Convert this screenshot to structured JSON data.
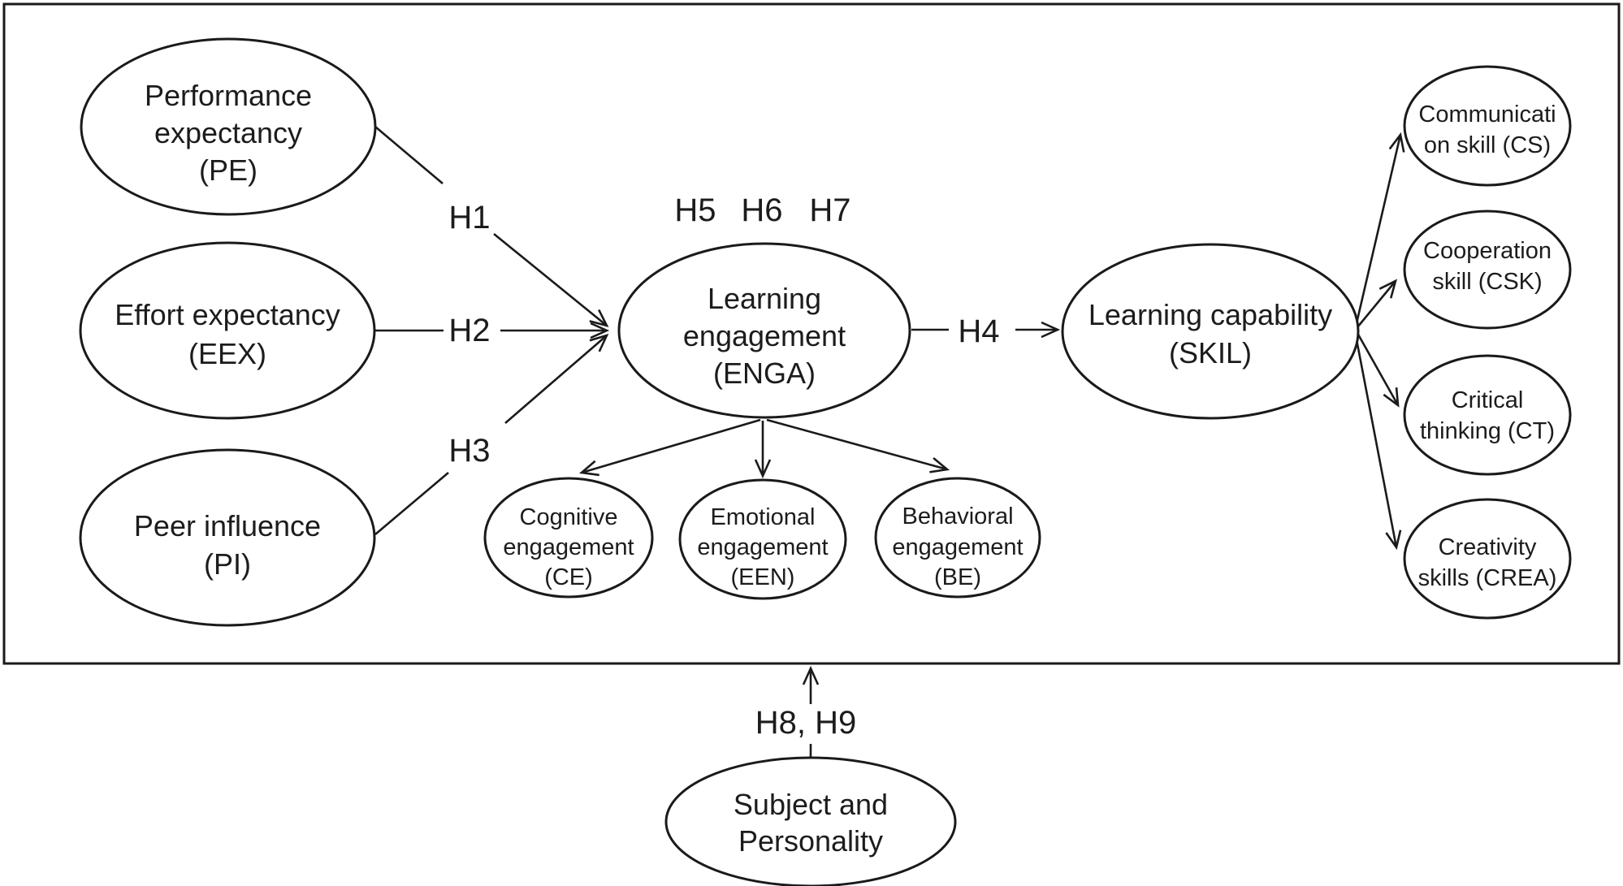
{
  "colors": {
    "background": "#ffffff",
    "ink": "#1a1a1a"
  },
  "nodes": {
    "performance_expectancy": {
      "lines": [
        "Performance",
        "expectancy",
        "(PE)"
      ]
    },
    "effort_expectancy": {
      "lines": [
        "Effort expectancy",
        "(EEX)"
      ]
    },
    "peer_influence": {
      "lines": [
        "Peer influence",
        "(PI)"
      ]
    },
    "learning_engagement": {
      "lines": [
        "Learning",
        "engagement",
        "(ENGA)"
      ]
    },
    "learning_capability": {
      "lines": [
        "Learning capability",
        "(SKIL)"
      ]
    },
    "cognitive_engagement": {
      "lines": [
        "Cognitive",
        "engagement",
        "(CE)"
      ]
    },
    "emotional_engagement": {
      "lines": [
        "Emotional",
        "engagement",
        "(EEN)"
      ]
    },
    "behavioral_engagement": {
      "lines": [
        "Behavioral",
        "engagement",
        "(BE)"
      ]
    },
    "communication_skill": {
      "lines": [
        "Communicati",
        "on skill (CS)"
      ]
    },
    "cooperation_skill": {
      "lines": [
        "Cooperation",
        "skill (CSK)"
      ]
    },
    "critical_thinking": {
      "lines": [
        "Critical",
        "thinking (CT)"
      ]
    },
    "creativity_skills": {
      "lines": [
        "Creativity",
        "skills (CREA)"
      ]
    },
    "subject_personality": {
      "lines": [
        "Subject and",
        "Personality"
      ]
    }
  },
  "hypotheses": {
    "h1": "H1",
    "h2": "H2",
    "h3": "H3",
    "h4": "H4",
    "h5": "H5",
    "h6": "H6",
    "h7": "H7",
    "h8_h9": "H8, H9"
  }
}
